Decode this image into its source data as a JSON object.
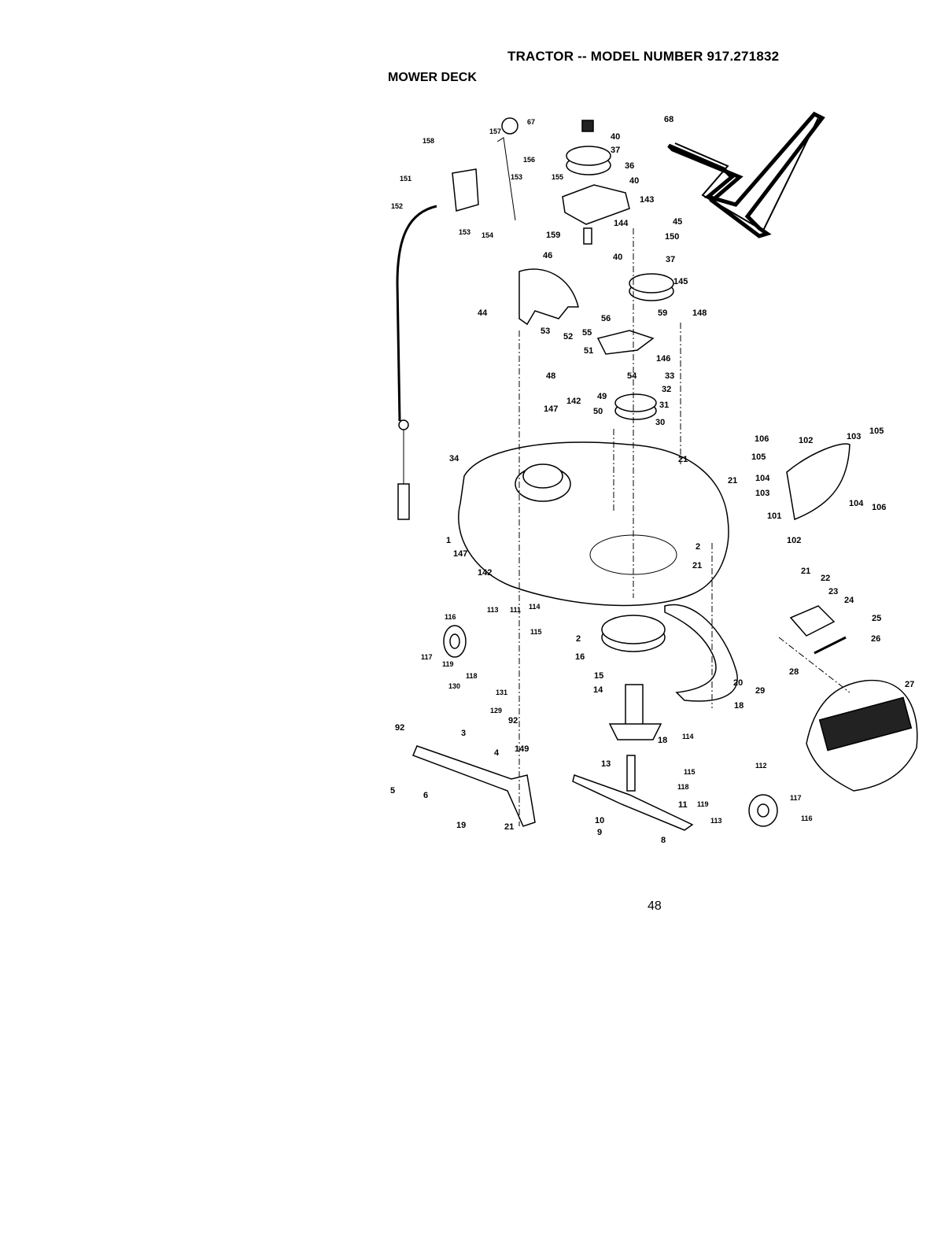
{
  "header": {
    "title": "TRACTOR -- MODEL NUMBER 917.271832",
    "subtitle": "MOWER DECK"
  },
  "footer": {
    "page_number": "48"
  },
  "callouts": [
    {
      "id": "c158",
      "text": "158"
    },
    {
      "id": "c157",
      "text": "157"
    },
    {
      "id": "c67",
      "text": "67"
    },
    {
      "id": "c151",
      "text": "151"
    },
    {
      "id": "c156",
      "text": "156"
    },
    {
      "id": "c153a",
      "text": "153"
    },
    {
      "id": "c155",
      "text": "155"
    },
    {
      "id": "c152",
      "text": "152"
    },
    {
      "id": "c153b",
      "text": "153"
    },
    {
      "id": "c154",
      "text": "154"
    },
    {
      "id": "c40a",
      "text": "40"
    },
    {
      "id": "c37a",
      "text": "37"
    },
    {
      "id": "c36",
      "text": "36"
    },
    {
      "id": "c40b",
      "text": "40"
    },
    {
      "id": "c143",
      "text": "143"
    },
    {
      "id": "c144",
      "text": "144"
    },
    {
      "id": "c159",
      "text": "159"
    },
    {
      "id": "c68",
      "text": "68"
    },
    {
      "id": "c45",
      "text": "45"
    },
    {
      "id": "c150",
      "text": "150"
    },
    {
      "id": "c40c",
      "text": "40"
    },
    {
      "id": "c37b",
      "text": "37"
    },
    {
      "id": "c145",
      "text": "145"
    },
    {
      "id": "c46",
      "text": "46"
    },
    {
      "id": "c44",
      "text": "44"
    },
    {
      "id": "c56",
      "text": "56"
    },
    {
      "id": "c59",
      "text": "59"
    },
    {
      "id": "c148",
      "text": "148"
    },
    {
      "id": "c55",
      "text": "55"
    },
    {
      "id": "c53",
      "text": "53"
    },
    {
      "id": "c52",
      "text": "52"
    },
    {
      "id": "c51",
      "text": "51"
    },
    {
      "id": "c146",
      "text": "146"
    },
    {
      "id": "c54",
      "text": "54"
    },
    {
      "id": "c48",
      "text": "48"
    },
    {
      "id": "c33",
      "text": "33"
    },
    {
      "id": "c49",
      "text": "49"
    },
    {
      "id": "c32",
      "text": "32"
    },
    {
      "id": "c50",
      "text": "50"
    },
    {
      "id": "c31",
      "text": "31"
    },
    {
      "id": "c147a",
      "text": "147"
    },
    {
      "id": "c142a",
      "text": "142"
    },
    {
      "id": "c30",
      "text": "30"
    },
    {
      "id": "c34",
      "text": "34"
    },
    {
      "id": "c21a",
      "text": "21"
    },
    {
      "id": "c21b",
      "text": "21"
    },
    {
      "id": "c106a",
      "text": "106"
    },
    {
      "id": "c102a",
      "text": "102"
    },
    {
      "id": "c103a",
      "text": "103"
    },
    {
      "id": "c105a",
      "text": "105"
    },
    {
      "id": "c105b",
      "text": "105"
    },
    {
      "id": "c104a",
      "text": "104"
    },
    {
      "id": "c103b",
      "text": "103"
    },
    {
      "id": "c104b",
      "text": "104"
    },
    {
      "id": "c106b",
      "text": "106"
    },
    {
      "id": "c101",
      "text": "101"
    },
    {
      "id": "c102b",
      "text": "102"
    },
    {
      "id": "c1",
      "text": "1"
    },
    {
      "id": "c147b",
      "text": "147"
    },
    {
      "id": "c2a",
      "text": "2"
    },
    {
      "id": "c21c",
      "text": "21"
    },
    {
      "id": "c142b",
      "text": "142"
    },
    {
      "id": "c21d",
      "text": "21"
    },
    {
      "id": "c22",
      "text": "22"
    },
    {
      "id": "c23",
      "text": "23"
    },
    {
      "id": "c24",
      "text": "24"
    },
    {
      "id": "c25",
      "text": "25"
    },
    {
      "id": "c26",
      "text": "26"
    },
    {
      "id": "c116a",
      "text": "116"
    },
    {
      "id": "c113a",
      "text": "113"
    },
    {
      "id": "c111",
      "text": "111"
    },
    {
      "id": "c114a",
      "text": "114"
    },
    {
      "id": "c115a",
      "text": "115"
    },
    {
      "id": "c2b",
      "text": "2"
    },
    {
      "id": "c117a",
      "text": "117"
    },
    {
      "id": "c119a",
      "text": "119"
    },
    {
      "id": "c16",
      "text": "16"
    },
    {
      "id": "c118a",
      "text": "118"
    },
    {
      "id": "c15",
      "text": "15"
    },
    {
      "id": "c20",
      "text": "20"
    },
    {
      "id": "c28",
      "text": "28"
    },
    {
      "id": "c29",
      "text": "29"
    },
    {
      "id": "c27",
      "text": "27"
    },
    {
      "id": "c130",
      "text": "130"
    },
    {
      "id": "c131",
      "text": "131"
    },
    {
      "id": "c14",
      "text": "14"
    },
    {
      "id": "c18a",
      "text": "18"
    },
    {
      "id": "c129",
      "text": "129"
    },
    {
      "id": "c92a",
      "text": "92"
    },
    {
      "id": "c92b",
      "text": "92"
    },
    {
      "id": "c3",
      "text": "3"
    },
    {
      "id": "c18b",
      "text": "18"
    },
    {
      "id": "c114b",
      "text": "114"
    },
    {
      "id": "c149",
      "text": "149"
    },
    {
      "id": "c4",
      "text": "4"
    },
    {
      "id": "c13",
      "text": "13"
    },
    {
      "id": "c112",
      "text": "112"
    },
    {
      "id": "c5",
      "text": "5"
    },
    {
      "id": "c6",
      "text": "6"
    },
    {
      "id": "c115b",
      "text": "115"
    },
    {
      "id": "c118b",
      "text": "118"
    },
    {
      "id": "c117b",
      "text": "117"
    },
    {
      "id": "c11",
      "text": "11"
    },
    {
      "id": "c119b",
      "text": "119"
    },
    {
      "id": "c19",
      "text": "19"
    },
    {
      "id": "c21e",
      "text": "21"
    },
    {
      "id": "c10",
      "text": "10"
    },
    {
      "id": "c9",
      "text": "9"
    },
    {
      "id": "c113b",
      "text": "113"
    },
    {
      "id": "c116b",
      "text": "116"
    },
    {
      "id": "c8",
      "text": "8"
    }
  ]
}
